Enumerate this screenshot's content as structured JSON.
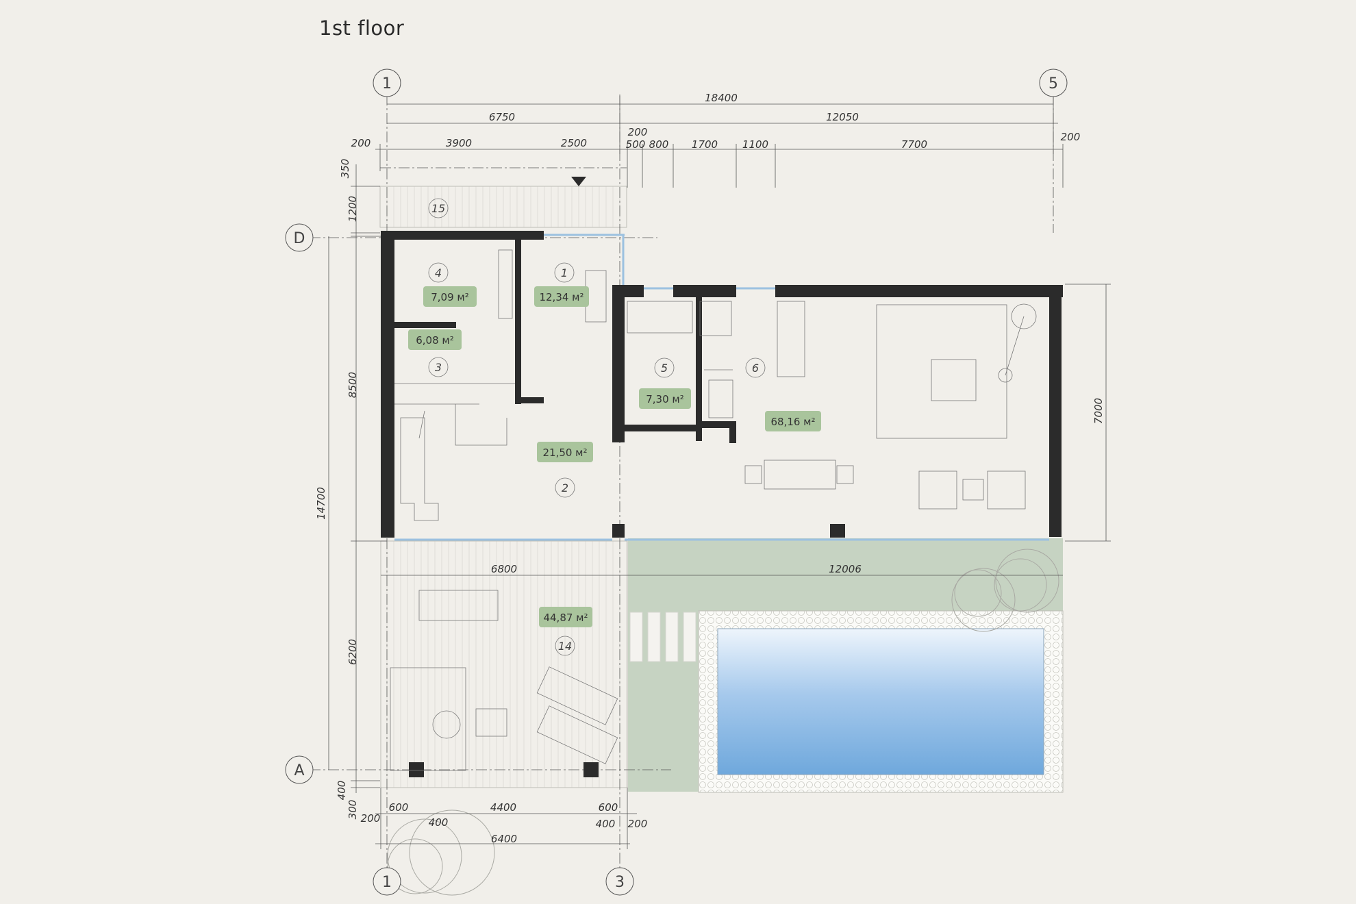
{
  "title": "1st floor",
  "axes": {
    "top_left": "1",
    "top_right": "5",
    "left_top": "D",
    "left_bottom": "A",
    "bottom_left": "1",
    "bottom_right": "3"
  },
  "dims": {
    "total_width": "18400",
    "left_block": "6750",
    "right_block": "12050",
    "d200_left": "200",
    "d3900": "3900",
    "d2500": "2500",
    "d200_top": "200",
    "d500": "500",
    "d800": "800",
    "d1700": "1700",
    "d1100": "1100",
    "d7700": "7700",
    "d200_right": "200",
    "v350": "350",
    "v1200": "1200",
    "v8500": "8500",
    "v14700": "14700",
    "v6200": "6200",
    "v400": "400",
    "v300": "300",
    "v7000": "7000",
    "terrace_w": "6800",
    "garden_w": "12006",
    "b200_left": "200",
    "b600_left": "600",
    "b4400": "4400",
    "b600_right": "600",
    "b400_left": "400",
    "b400_right": "400",
    "b200_right": "200",
    "b6400": "6400"
  },
  "rooms": [
    {
      "num": "1",
      "area": "12,34 м²"
    },
    {
      "num": "2",
      "area": "21,50 м²"
    },
    {
      "num": "3",
      "area": "6,08 м²"
    },
    {
      "num": "4",
      "area": "7,09 м²"
    },
    {
      "num": "5",
      "area": "7,30 м²"
    },
    {
      "num": "6",
      "area": "68,16 м²"
    },
    {
      "num": "14",
      "area": "44,87 м²"
    },
    {
      "num": "15"
    }
  ],
  "colors": {
    "background": "#f1efea",
    "wall": "#2b2b2b",
    "area_tag": "#a9c49c",
    "lawn": "#c6d3c2",
    "pool_top": "#e9f2fb",
    "pool_bottom": "#6fa8dc",
    "glazing": "#9cc1e0"
  }
}
